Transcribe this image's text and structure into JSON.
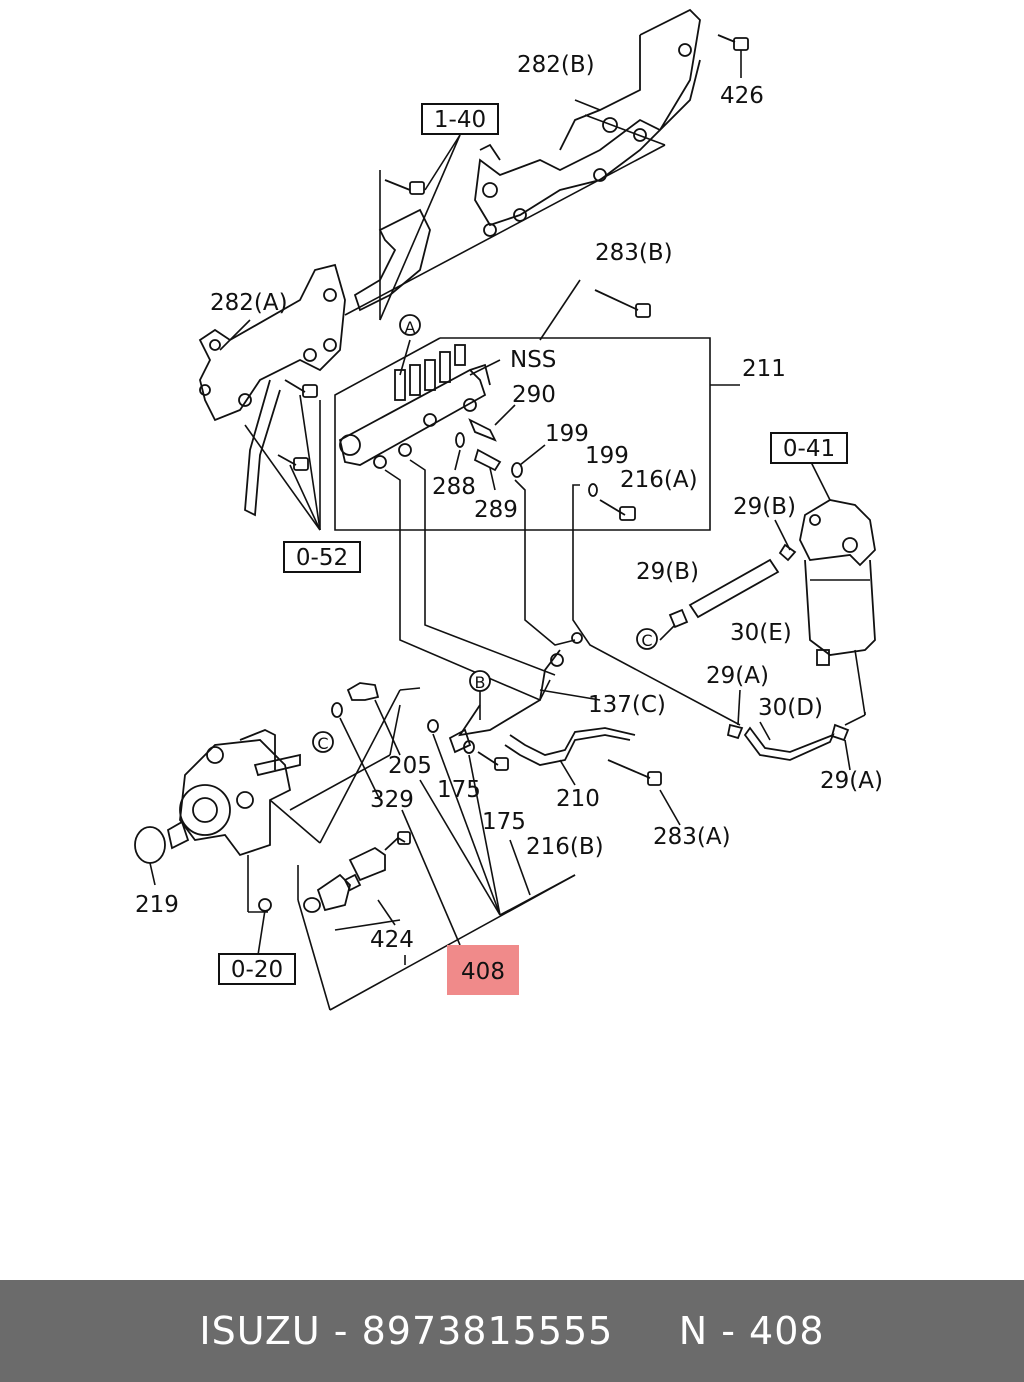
{
  "footer": {
    "text": "ISUZU - 8973815555     N - 408"
  },
  "callouts": {
    "ref_1_40": "1-40",
    "ref_0_52": "0-52",
    "ref_0_41": "0-41",
    "ref_0_20": "0-20",
    "circle_a": "A",
    "circle_b": "B",
    "circle_c1": "C",
    "circle_c2": "C",
    "highlight": "408",
    "highlight_color": "#f08a8a"
  },
  "parts": {
    "p282b": "282(B)",
    "p426": "426",
    "p282a": "282(A)",
    "p283b": "283(B)",
    "nss": "NSS",
    "p211": "211",
    "p290": "290",
    "p199a": "199",
    "p199b": "199",
    "p288": "288",
    "p289": "289",
    "p216a": "216(A)",
    "p29b_1": "29(B)",
    "p29b_2": "29(B)",
    "p30e": "30(E)",
    "p29a_1": "29(A)",
    "p30d": "30(D)",
    "p29a_2": "29(A)",
    "p137c": "137(C)",
    "p205": "205",
    "p329": "329",
    "p175a": "175",
    "p175b": "175",
    "p210": "210",
    "p283a": "283(A)",
    "p216b": "216(B)",
    "p219": "219",
    "p424": "424"
  }
}
